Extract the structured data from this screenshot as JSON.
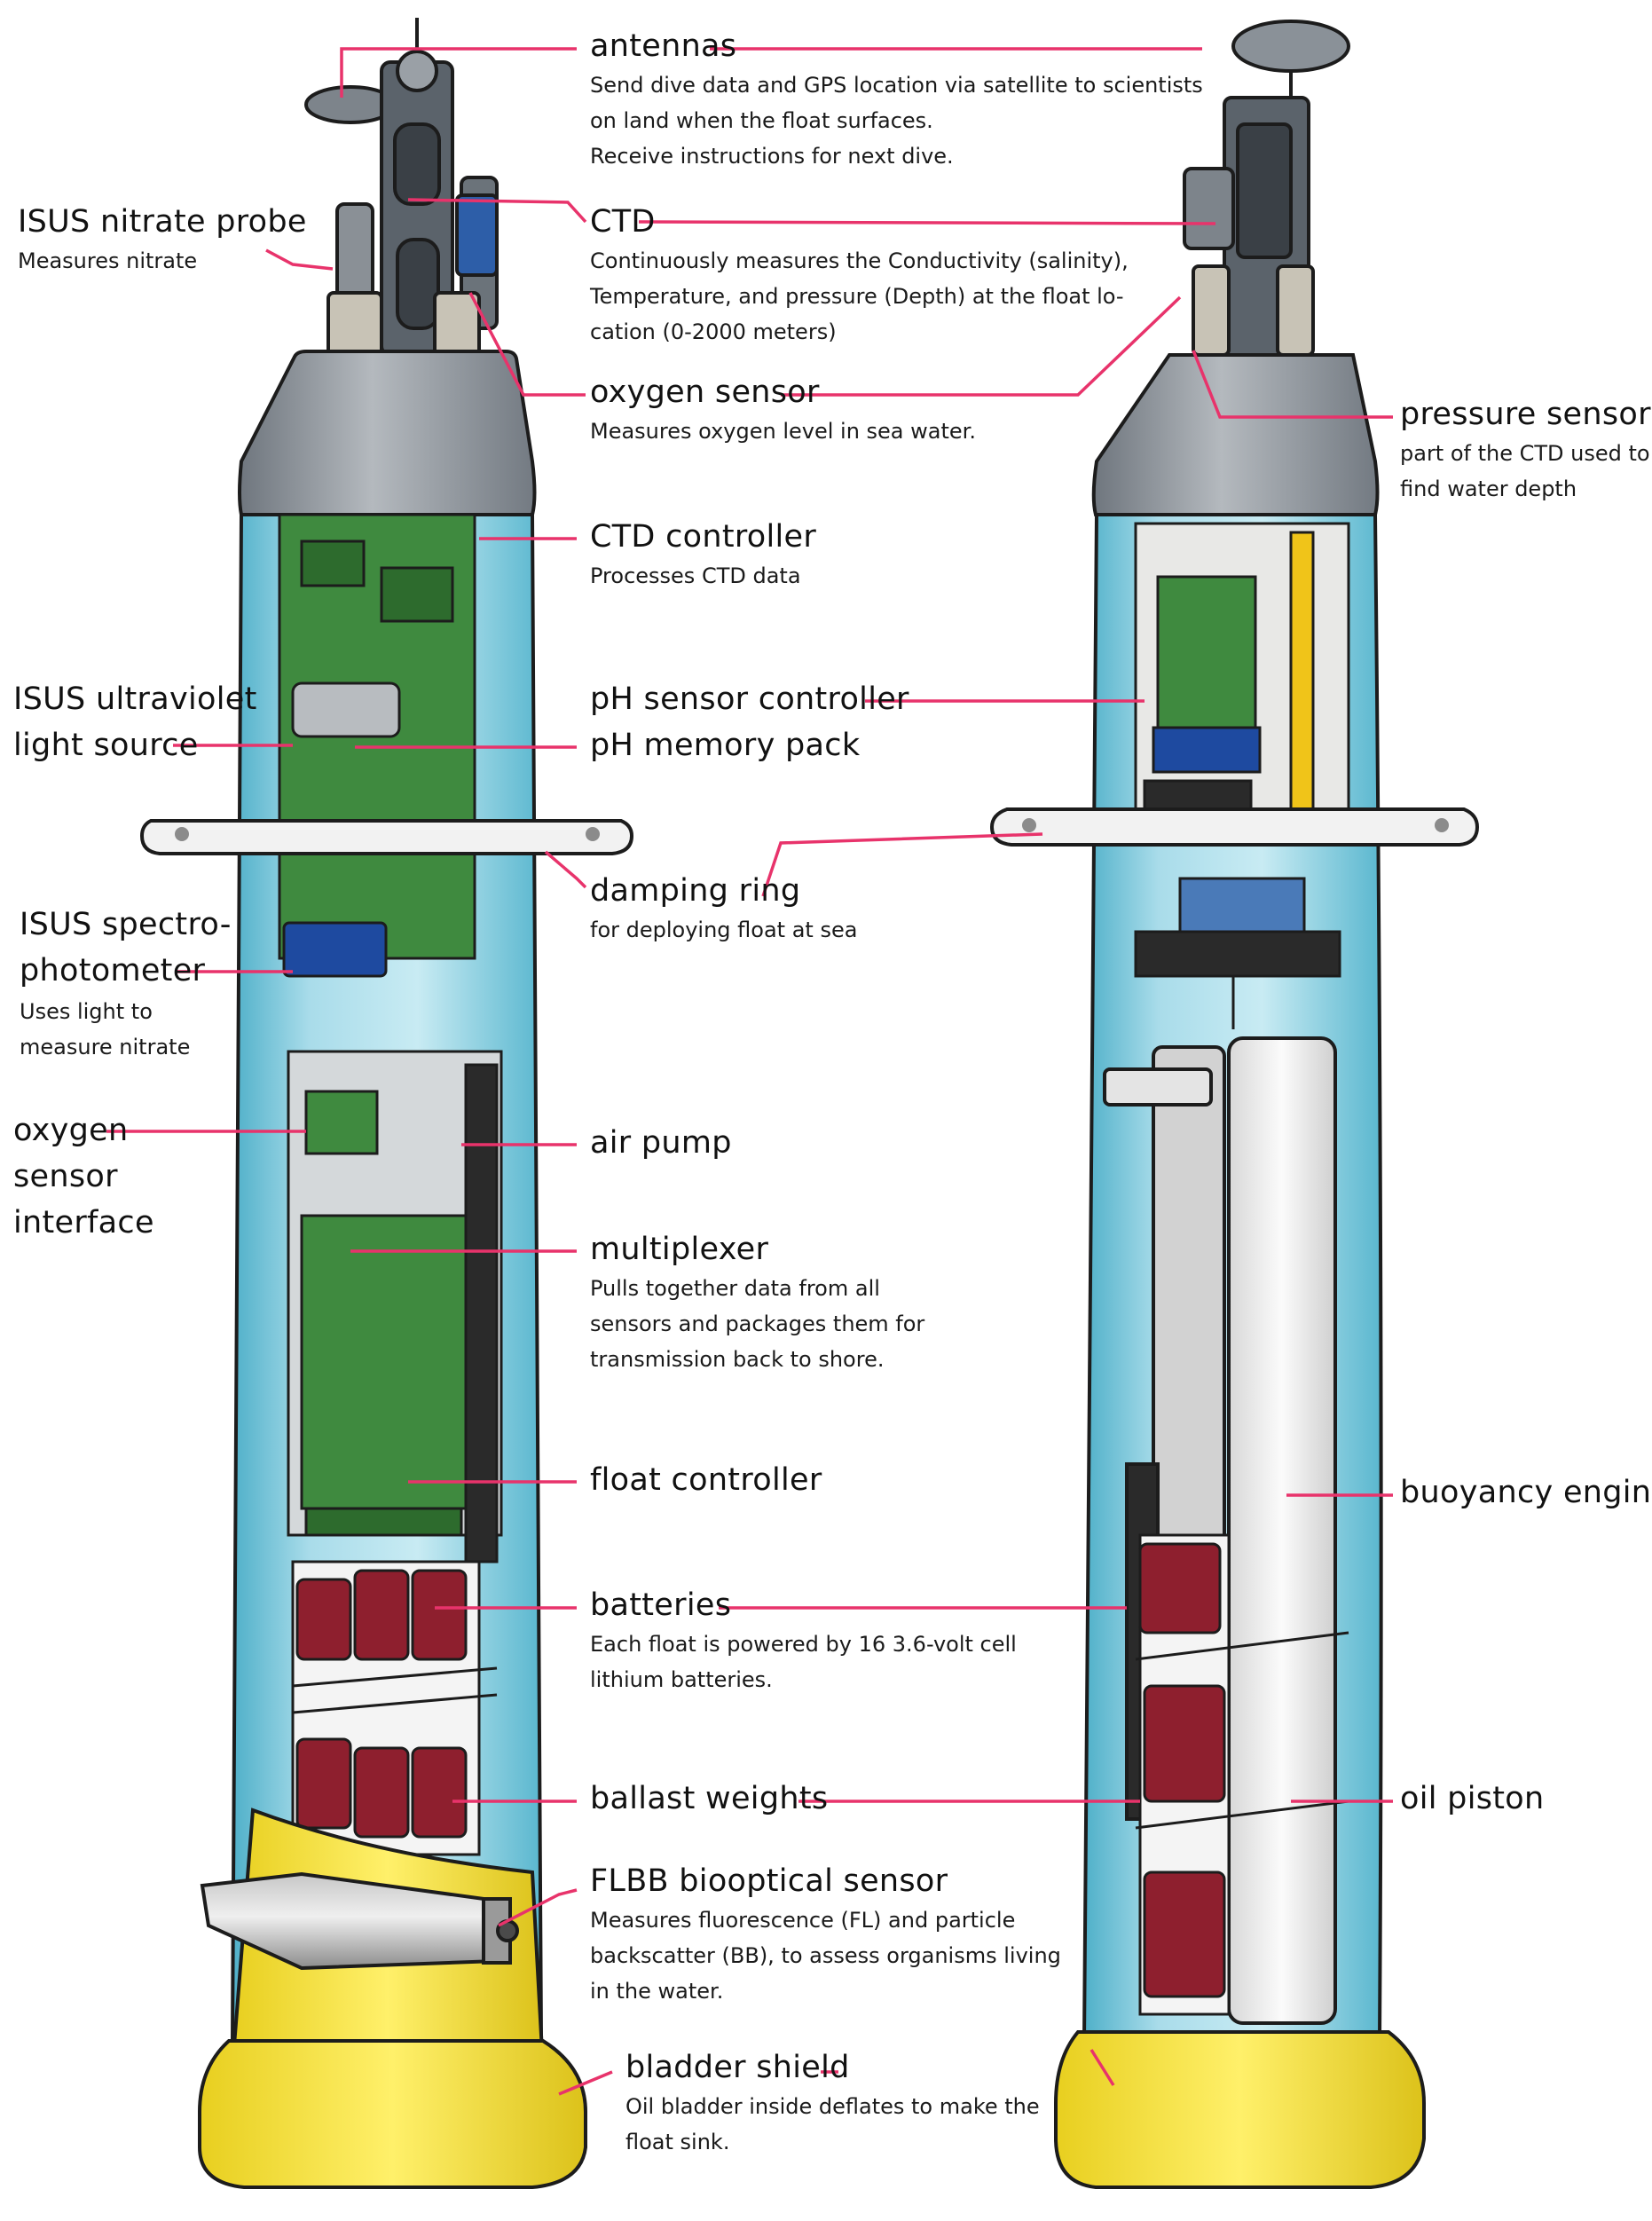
{
  "colors": {
    "leader": "#e8336b",
    "tube_glass": "#bfe4ee",
    "tube_water": "#6fc3d9",
    "cap": "#8f959c",
    "ring": "#f2f2f2",
    "yellow_base": "#f4e33a",
    "battery": "#8e1f2e",
    "board": "#3f8a3f",
    "outline": "#1c1c1c"
  },
  "labels": {
    "antennas": {
      "title": "antennas",
      "desc": [
        "Send dive data and GPS location via satellite to scientists",
        "on land when the float surfaces.",
        "Receive instructions for next dive."
      ]
    },
    "isus_nitrate": {
      "title": "ISUS nitrate probe",
      "desc": [
        "Measures nitrate"
      ]
    },
    "ctd": {
      "title": "CTD",
      "desc": [
        "Continuously measures the Conductivity (salinity),",
        "Temperature, and pressure (Depth) at the float lo-",
        "cation (0-2000 meters)"
      ]
    },
    "oxygen_sensor": {
      "title": "oxygen sensor",
      "desc": [
        "Measures oxygen level in sea water."
      ]
    },
    "pressure_sensor": {
      "title": "pressure sensor:",
      "desc": [
        "part of the CTD used to",
        "find water depth"
      ]
    },
    "ctd_controller": {
      "title": "CTD controller",
      "desc": [
        "Processes CTD data"
      ]
    },
    "isus_uv": {
      "title": [
        "ISUS ultraviolet",
        "light source"
      ]
    },
    "ph_controller": {
      "title": "pH sensor controller"
    },
    "ph_memory": {
      "title": "pH memory pack"
    },
    "damping_ring": {
      "title": "damping ring",
      "desc": [
        "for deploying float at sea"
      ]
    },
    "isus_spectro": {
      "title": [
        "ISUS spectro-",
        "photometer"
      ],
      "desc": [
        "Uses light to",
        "measure nitrate"
      ]
    },
    "oxygen_interface": {
      "title": [
        "oxygen",
        "sensor",
        "interface"
      ]
    },
    "air_pump": {
      "title": "air pump"
    },
    "multiplexer": {
      "title": "multiplexer",
      "desc": [
        "Pulls together data from all",
        "sensors and packages them for",
        "transmission back to shore."
      ]
    },
    "float_controller": {
      "title": "float controller"
    },
    "buoyancy_engine": {
      "title": "buoyancy engine"
    },
    "batteries": {
      "title": "batteries",
      "desc": [
        "Each float is powered by 16 3.6-volt cell",
        "lithium batteries."
      ]
    },
    "ballast": {
      "title": "ballast weights"
    },
    "oil_piston": {
      "title": "oil piston"
    },
    "flbb": {
      "title": "FLBB biooptical sensor",
      "desc": [
        "Measures fluorescence (FL) and particle",
        "backscatter (BB), to assess organisms living",
        "in the water."
      ]
    },
    "bladder": {
      "title": "bladder shield",
      "desc": [
        "Oil bladder inside deflates to make the",
        "float sink."
      ]
    }
  }
}
